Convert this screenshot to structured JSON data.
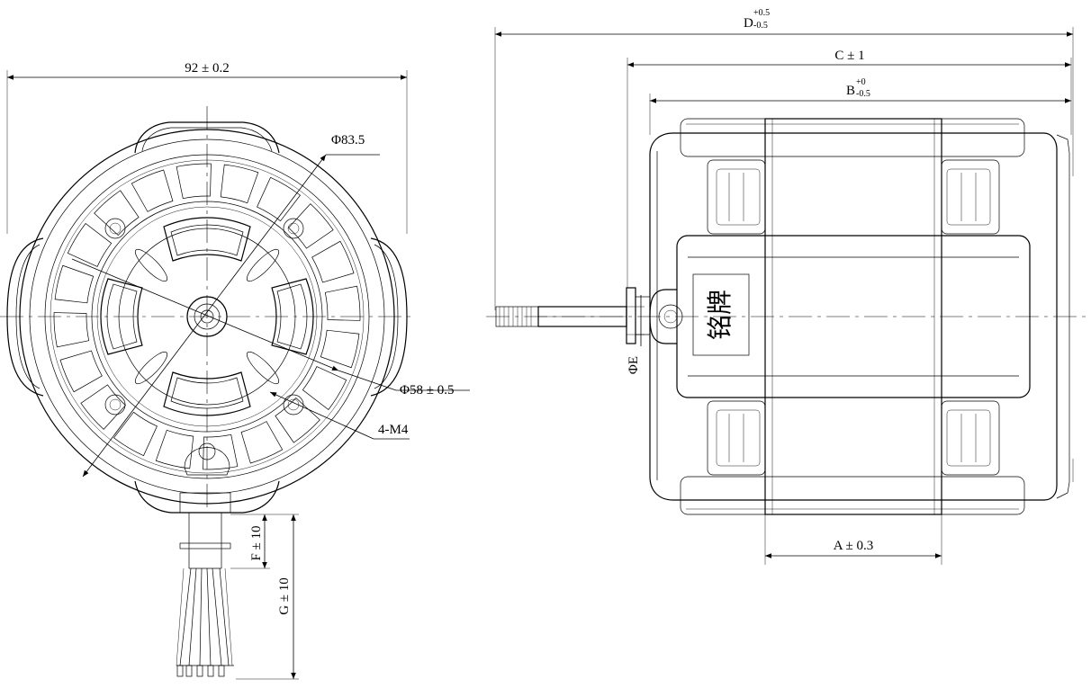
{
  "drawing": {
    "front_view": {
      "width_dim": "92 ± 0.2",
      "outer_dia": "Φ83.5",
      "bolt_circle": "Φ58 ± 0.5",
      "holes": "4-M4",
      "lead_f": "F ± 10",
      "lead_g": "G ± 10"
    },
    "side_view": {
      "dim_d": "D",
      "dim_d_tol_upper": "+0.5",
      "dim_d_tol_lower": "-0.5",
      "dim_c": "C ± 1",
      "dim_b": "B",
      "dim_b_tol_upper": "+0",
      "dim_b_tol_lower": "-0.5",
      "dim_a": "A ± 0.3",
      "shaft_dia": "ΦE",
      "nameplate_text": "铭牌"
    }
  }
}
